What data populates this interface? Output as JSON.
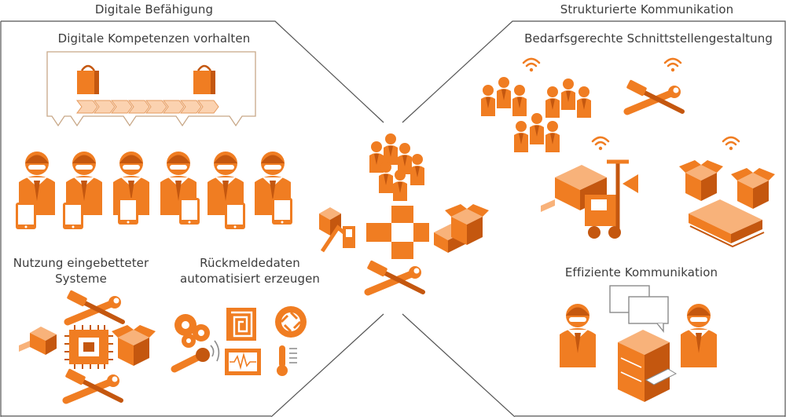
{
  "left_panel": {
    "title": "Digitale Befähigung",
    "competence_heading": "Digitale Kompetenzen vorhalten",
    "embedded_heading_line1": "Nutzung eingebetteter",
    "embedded_heading_line2": "Systeme",
    "feedback_heading_line1": "Rückmeldedaten",
    "feedback_heading_line2": "automatisiert erzeugen"
  },
  "right_panel": {
    "title": "Strukturierte Kommunikation",
    "interface_heading": "Bedarfsgerechte Schnittstellengestaltung",
    "efficient_heading": "Effiziente Kommunikation"
  },
  "colors": {
    "accent": "#f07d22",
    "accent_dark": "#c4570f",
    "accent_light": "#f8b27a",
    "outline": "#8a8a8a",
    "text": "#3c3c3c"
  },
  "icons": {
    "shopping_bag": "shopping-bag-icon",
    "process_chevrons": "process-chevron-icon",
    "worker": "worker-icon",
    "tablet": "tablet-icon",
    "wifi": "wifi-icon",
    "tools": "tools-icon",
    "gears": "gears-icon",
    "cpu": "cpu-chip-icon",
    "sensor": "sensor-icon",
    "thermometer": "thermometer-icon",
    "filing_cabinet": "filing-cabinet-icon",
    "speech_bubble": "speech-bubble-icon",
    "box": "box-icon",
    "forklift": "forklift-icon",
    "cross_connector": "cross-connector-icon"
  }
}
